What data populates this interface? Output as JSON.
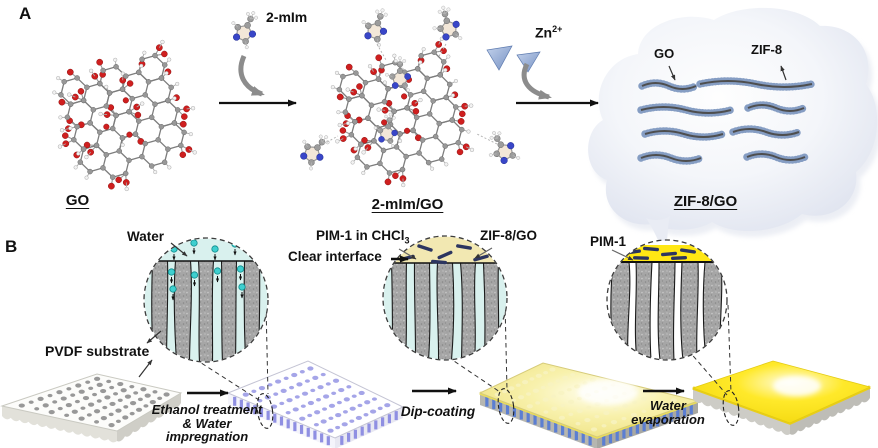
{
  "panel_a": {
    "label": "A",
    "go": {
      "label": "GO"
    },
    "mim": {
      "label": "2-mIm"
    },
    "mim_go": {
      "label": "2-mIm/GO"
    },
    "zn": {
      "base": "Zn",
      "sup": "2+"
    },
    "cloud": {
      "go_label": "GO",
      "zif8_label": "ZIF-8",
      "zif8_go_label": "ZIF-8/GO"
    }
  },
  "panel_b": {
    "label": "B",
    "inset_water": {
      "water_label": "Water"
    },
    "pvdf_label": "PVDF substrate",
    "step1": {
      "line1": "Ethanol treatment",
      "line2": "& Water impregnation"
    },
    "inset_coating": {
      "pim_chcl3": {
        "base": "PIM-1 in CHCl",
        "sub": "3"
      },
      "zif8_go_label": "ZIF-8/GO",
      "clear_interface_label": "Clear interface"
    },
    "step2": "Dip-coating",
    "inset_final": {
      "pim_label": "PIM-1"
    },
    "step3": {
      "line1": "Water",
      "line2": "evaporation"
    }
  },
  "colors": {
    "water_drop": "#3ECFCF",
    "pore_water": "#D9F1EE",
    "pim1_yellow": "#FFE714",
    "coating_pale_yellow": "#F2E8B2",
    "zif8_go_flake_navy": "#2C3560",
    "zif8_sheet_blue": "#7E98C0",
    "zn_triangle_blue": "#8FA8D6",
    "membrane_pore_purple": "#8F8FE2",
    "oxygen_red": "#CF1F1F",
    "nitrogen_blue": "#3946C8",
    "carbon_gray": "#9C9C9C"
  }
}
